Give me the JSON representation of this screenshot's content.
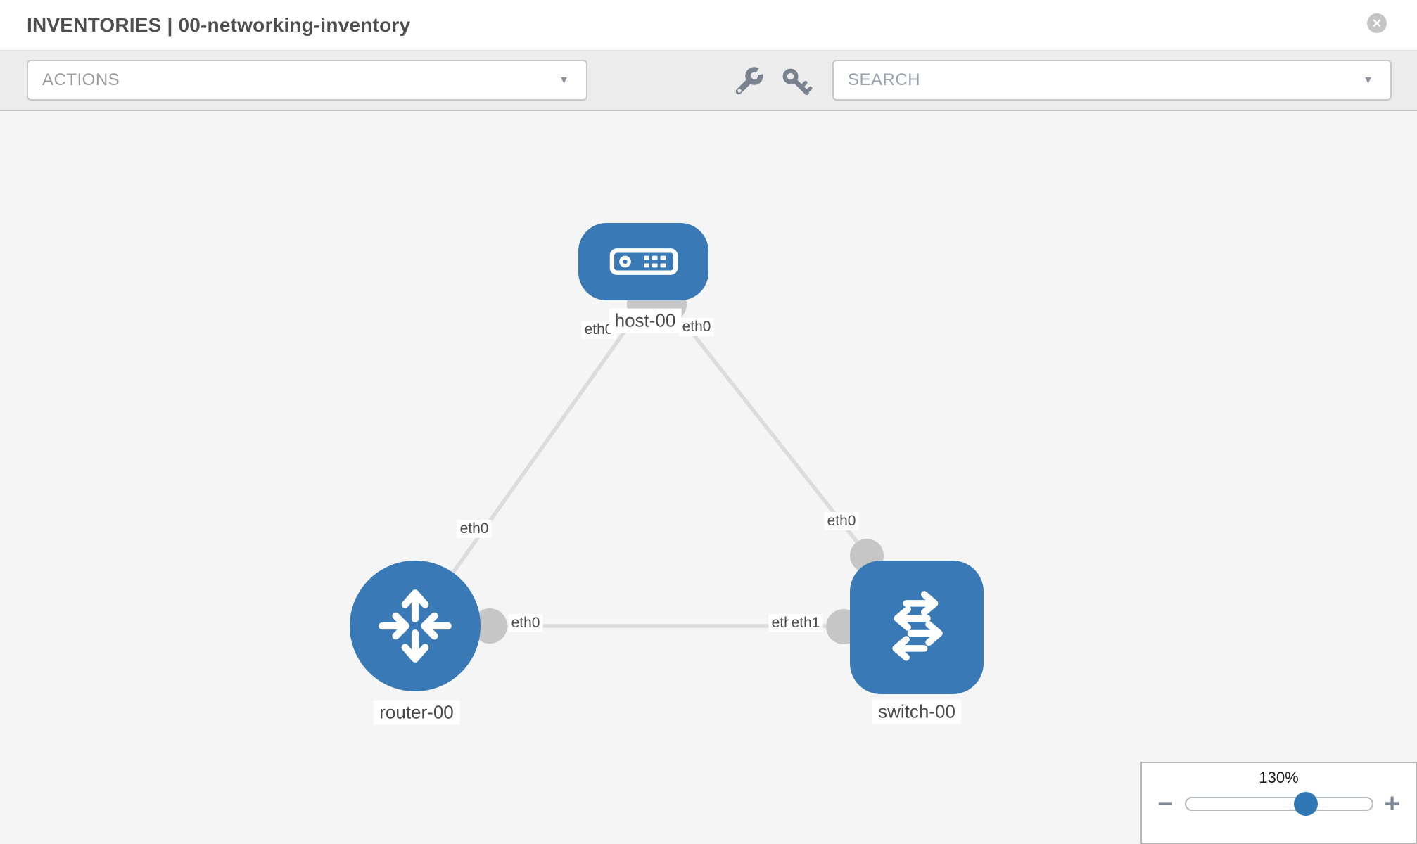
{
  "header": {
    "title": "INVENTORIES | 00-networking-inventory",
    "close_icon": "circle-x"
  },
  "toolbar": {
    "actions_label": "ACTIONS",
    "search_placeholder": "SEARCH",
    "caret": "▼",
    "tool_icons": [
      "wrench",
      "key"
    ]
  },
  "topology": {
    "nodes": [
      {
        "id": "host-00",
        "type": "host",
        "label": "host-00",
        "icon": "server-face-icon"
      },
      {
        "id": "router-00",
        "type": "router",
        "label": "router-00",
        "icon": "router-arrows-icon"
      },
      {
        "id": "switch-00",
        "type": "switch",
        "label": "switch-00",
        "icon": "switch-arrows-icon"
      }
    ],
    "links": [
      {
        "source": "host-00",
        "target": "router-00",
        "source_label": "eth0",
        "target_label": "eth0"
      },
      {
        "source": "host-00",
        "target": "switch-00",
        "source_label": "eth0",
        "target_label": "eth0"
      },
      {
        "source": "router-00",
        "target": "switch-00",
        "source_label": "eth0",
        "target_label": "eth1",
        "target_label_overlapped": "eth0"
      }
    ]
  },
  "zoom_control": {
    "value": "130%",
    "percent": 130,
    "minus_label": "−",
    "plus_label": "+"
  },
  "colors": {
    "node_blue": "#3879b6",
    "knob_blue": "#2f76b5",
    "port_gray": "#c6c6c6",
    "link_gray": "#dcdcdc",
    "toolbar_bg": "#ececec",
    "canvas_bg": "#f5f5f5",
    "icon_slate": "#79828e",
    "title_gray": "#4e4e4e"
  }
}
